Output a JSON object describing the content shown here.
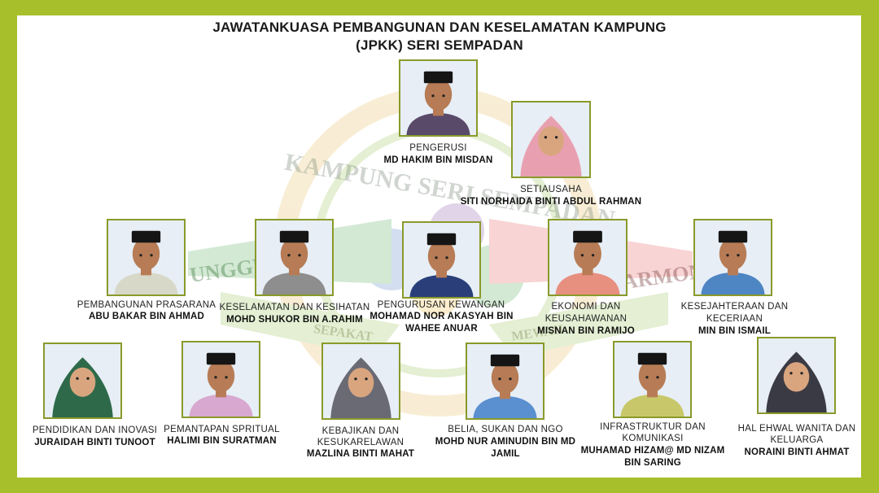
{
  "header": {
    "title_line1": "JAWATANKUASA PEMBANGUNAN DAN KESELAMATAN KAMPUNG",
    "title_line2": "(JPKK) SERI SEMPADAN"
  },
  "watermark": {
    "arc_text": "KAMPUNG SERI SEMPADAN",
    "left_ribbon": "UNGGUL",
    "right_ribbon": "HARMONI",
    "lower_left": "SEPAKAT",
    "lower_right": "MEWAH"
  },
  "colors": {
    "frame": "#a8bf2c",
    "photo_border": "#8a9a2a",
    "photo_bg": "#e7eef6"
  },
  "members": [
    {
      "role": "PENGERUSI",
      "name": "MD HAKIM BIN MISDAN",
      "headwear": "songkok",
      "shirt": "#5a4a6a"
    },
    {
      "role": "SETIAUSAHA",
      "name": "SITI NORHAIDA BINTI ABDUL RAHMAN",
      "headwear": "tudung-pink",
      "shirt": "#e8a7b4"
    },
    {
      "role": "PEMBANGUNAN PRASARANA",
      "name": "ABU BAKAR BIN AHMAD",
      "headwear": "songkok",
      "shirt": "#d8d8c8"
    },
    {
      "role": "KESELAMATAN DAN KESIHATAN",
      "name": "MOHD SHUKOR BIN A.RAHIM",
      "headwear": "songkok",
      "shirt": "#8e8e8e"
    },
    {
      "role": "PENGURUSAN KEWANGAN",
      "name_line1": "MOHAMAD NOR AKASYAH BIN",
      "name_line2": "WAHEE ANUAR",
      "headwear": "songkok",
      "shirt": "#2a3f7a"
    },
    {
      "role_line1": "EKONOMI DAN",
      "role_line2": "KEUSAHAWANAN",
      "name": "MISNAN BIN RAMIJO",
      "headwear": "songkok",
      "shirt": "#e89080"
    },
    {
      "role_line1": "KESEJAHTERAAN DAN",
      "role_line2": "KECERIAAN",
      "name": "MIN BIN ISMAIL",
      "headwear": "songkok",
      "shirt": "#4e86c4"
    },
    {
      "role": "PENDIDIKAN DAN INOVASI",
      "name": "JURAIDAH BINTI TUNOOT",
      "headwear": "tudung-green",
      "shirt": "#2e6a4a"
    },
    {
      "role": "PEMANTAPAN SPRITUAL",
      "name": "HALIMI BIN SURATMAN",
      "headwear": "songkok",
      "shirt": "#d8a8d0"
    },
    {
      "role_line1": "KEBAJIKAN DAN",
      "role_line2": "KESUKARELAWAN",
      "name": "MAZLINA BINTI MAHAT",
      "headwear": "tudung-grey",
      "shirt": "#6e6e7a"
    },
    {
      "role": "BELIA, SUKAN DAN NGO",
      "name_line1": "MOHD NUR AMINUDIN BIN MD",
      "name_line2": "JAMIL",
      "headwear": "songkok",
      "shirt": "#5a8fd0"
    },
    {
      "role_line1": "INFRASTRUKTUR DAN",
      "role_line2": "KOMUNIKASI",
      "name_line1": "MUHAMAD HIZAM@ MD NIZAM",
      "name_line2": "BIN SARING",
      "headwear": "songkok",
      "shirt": "#c8c86a"
    },
    {
      "role_line1": "HAL EHWAL WANITA DAN",
      "role_line2": "KELUARGA",
      "name": "NORAINI BINTI AHMAT",
      "headwear": "tudung-dark",
      "shirt": "#3a3a44"
    }
  ]
}
